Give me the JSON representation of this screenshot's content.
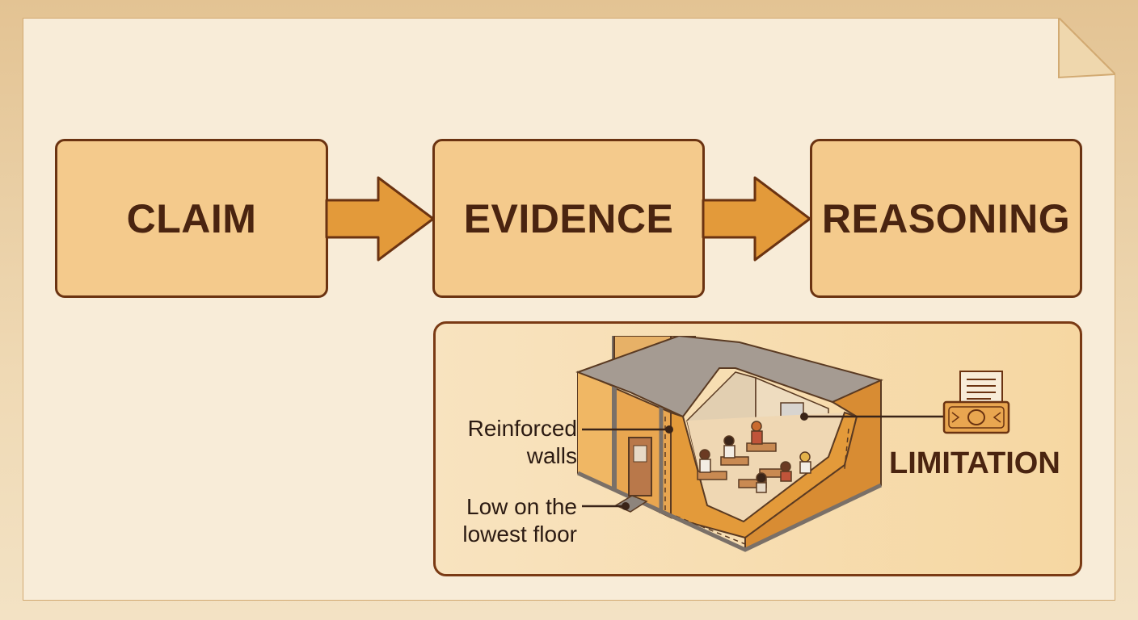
{
  "flow": {
    "claim": "CLAIM",
    "evidence": "EVIDENCE",
    "reasoning": "REASONING"
  },
  "panel": {
    "label_walls_line1": "Reinforced",
    "label_walls_line2": "walls",
    "label_floor_line1": "Low on the",
    "label_floor_line2": "lowest floor",
    "limitation": "LIMITATION"
  },
  "icons": [
    "building-cutaway-icon",
    "money-bill-icon",
    "document-icon",
    "arrow-right-icon"
  ],
  "colors": {
    "box_fill": "#f4ca8c",
    "box_border": "#6b3311",
    "arrow": "#e39a3a",
    "text_dark": "#4a2410",
    "paper": "#f8ecd8"
  }
}
